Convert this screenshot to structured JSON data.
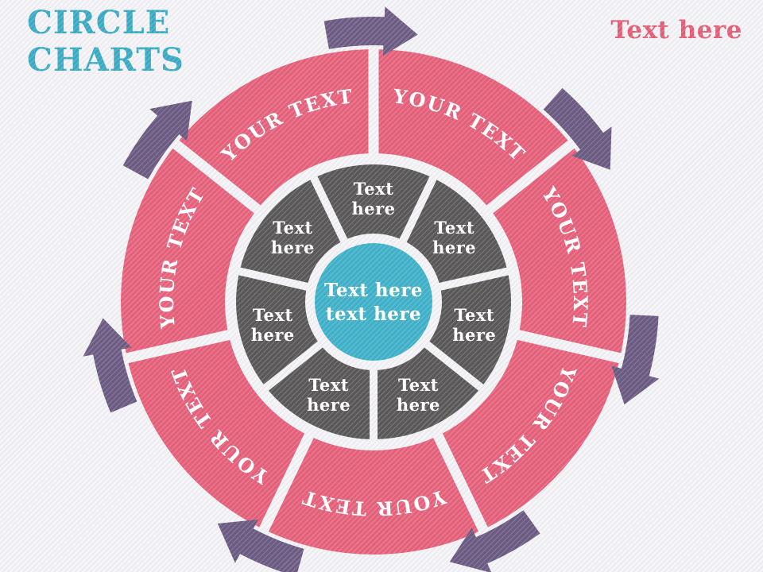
{
  "title": {
    "line1": "CIRCLE",
    "line2": "CHARTS"
  },
  "corner_note": "Text here",
  "wheel": {
    "outer_segments": [
      {
        "label": "YOUR TEXT"
      },
      {
        "label": "YOUR TEXT"
      },
      {
        "label": "YOUR TEXT"
      },
      {
        "label": "YOUR TEXT"
      },
      {
        "label": "YOUR TEXT"
      },
      {
        "label": "YOUR TEXT"
      },
      {
        "label": "YOUR TEXT"
      }
    ],
    "inner_segments": [
      {
        "line1": "Text",
        "line2": "here"
      },
      {
        "line1": "Text",
        "line2": "here"
      },
      {
        "line1": "Text",
        "line2": "here"
      },
      {
        "line1": "Text",
        "line2": "here"
      },
      {
        "line1": "Text",
        "line2": "here"
      },
      {
        "line1": "Text",
        "line2": "here"
      },
      {
        "line1": "Text",
        "line2": "here"
      }
    ],
    "center": {
      "line1": "Text here",
      "line2": "text here"
    }
  },
  "colors": {
    "outer_ring_pink": "#e4607a",
    "inner_ring_gray": "#595757",
    "hub_teal": "#3fb0c7",
    "arrow_purple": "#6b5a81",
    "title_teal": "#3aaac2",
    "corner_note_pink": "#e25c75",
    "label_white": "#ffffff"
  }
}
